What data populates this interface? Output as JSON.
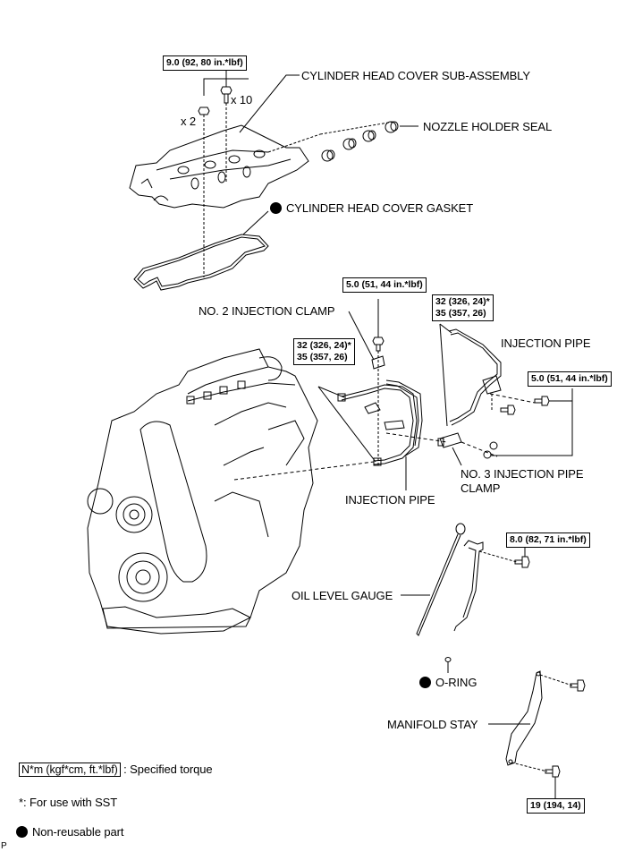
{
  "diagram": {
    "parts": {
      "cylinder_head_cover": "CYLINDER HEAD COVER SUB-ASSEMBLY",
      "nozzle_holder_seal": "NOZZLE HOLDER SEAL",
      "cylinder_head_cover_gasket": "CYLINDER HEAD COVER GASKET",
      "no2_injection_clamp": "NO. 2 INJECTION CLAMP",
      "injection_pipe_right": "INJECTION PIPE",
      "injection_pipe_center": "INJECTION PIPE",
      "no3_injection_pipe_clamp_line1": "NO. 3 INJECTION PIPE",
      "no3_injection_pipe_clamp_line2": "CLAMP",
      "oil_level_gauge": "OIL LEVEL GAUGE",
      "o_ring": "O-RING",
      "manifold_stay": "MANIFOLD STAY"
    },
    "quantities": {
      "nut_count": "x 2",
      "bolt_count": "x 10"
    },
    "torques": {
      "cover_bolts": "9.0 (92, 80 in.*lbf)",
      "no2_clamp_bolt": "5.0 (51, 44 in.*lbf)",
      "pipe_left_line1": "32 (326, 24)*",
      "pipe_left_line2": "35 (357, 26)",
      "pipe_right_line1": "32 (326, 24)*",
      "pipe_right_line2": "35 (357, 26)",
      "no3_clamp_bolts": "5.0 (51, 44 in.*lbf)",
      "gauge_guide_bolt": "8.0 (82, 71 in.*lbf)",
      "manifold_stay_bolt": "19 (194, 14)"
    },
    "non_reusable_marks": [
      "cylinder_head_cover_gasket",
      "o_ring"
    ]
  },
  "legend": {
    "torque_unit_box": "N*m (kgf*cm, ft.*lbf)",
    "torque_unit_desc": ": Specified torque",
    "sst_note": "*: For use with SST",
    "non_reusable": "Non-reusable part"
  },
  "footer_code": "P"
}
